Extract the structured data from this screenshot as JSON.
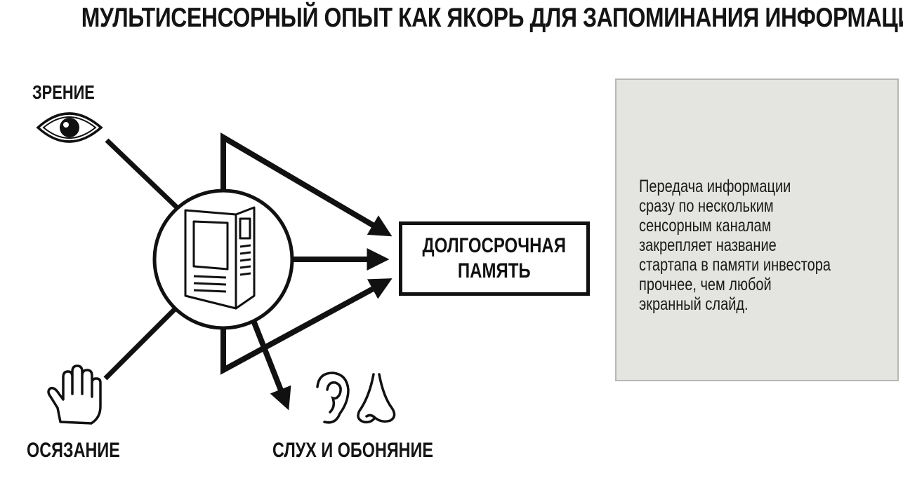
{
  "title": "МУЛЬТИСЕНСОРНЫЙ ОПЫТ КАК ЯКОРЬ ДЛЯ ЗАПОМИНАНИЯ ИНФОРМАЦИИ",
  "senses": {
    "vision": {
      "label": "ЗРЕНИЕ",
      "icon": "eye-icon"
    },
    "touch": {
      "label": "ОСЯЗАНИЕ",
      "icon": "hand-icon"
    },
    "hearing_smell": {
      "label": "СЛУХ И ОБОНЯНИЕ",
      "icons": [
        "ear-icon",
        "nose-icon"
      ]
    }
  },
  "center": {
    "icon": "folded-brochure-icon"
  },
  "memory": {
    "line1": "ДОЛГОСРОЧНАЯ",
    "line2": "ПАМЯТЬ"
  },
  "note": {
    "text": "Передача информации\nсразу по нескольким\nсенсорным каналам\nзакрепляет название\nстартапа в памяти инвестора\nпрочнее, чем любой\nэкранный слайд."
  },
  "colors": {
    "ink": "#111111",
    "note_bg": "#e4e4e0",
    "note_border": "#b7b7b3"
  }
}
